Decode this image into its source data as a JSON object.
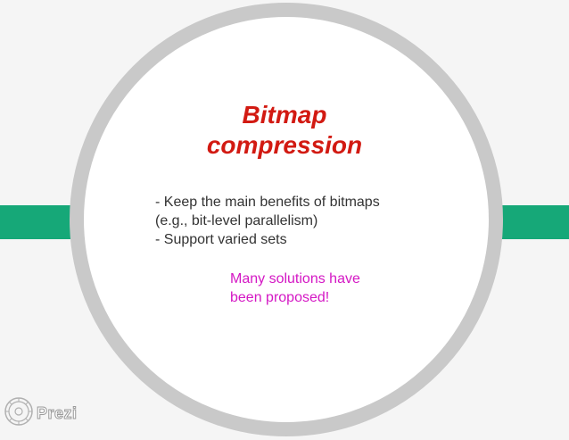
{
  "slide": {
    "title_line1": "Bitmap",
    "title_line2": "compression",
    "bullets": [
      "- Keep the main benefits of bitmaps",
      "(e.g., bit-level parallelism)",
      "- Support varied sets"
    ],
    "callout_lines": [
      "Many solutions have",
      "been proposed!"
    ]
  },
  "branding": {
    "logo_text": "Prezi",
    "logo_icon": "prezi-logo-icon"
  },
  "colors": {
    "title": "#d21a12",
    "callout": "#d417c4",
    "accent_bar": "#16a878",
    "ring": "#c9c9c9"
  }
}
